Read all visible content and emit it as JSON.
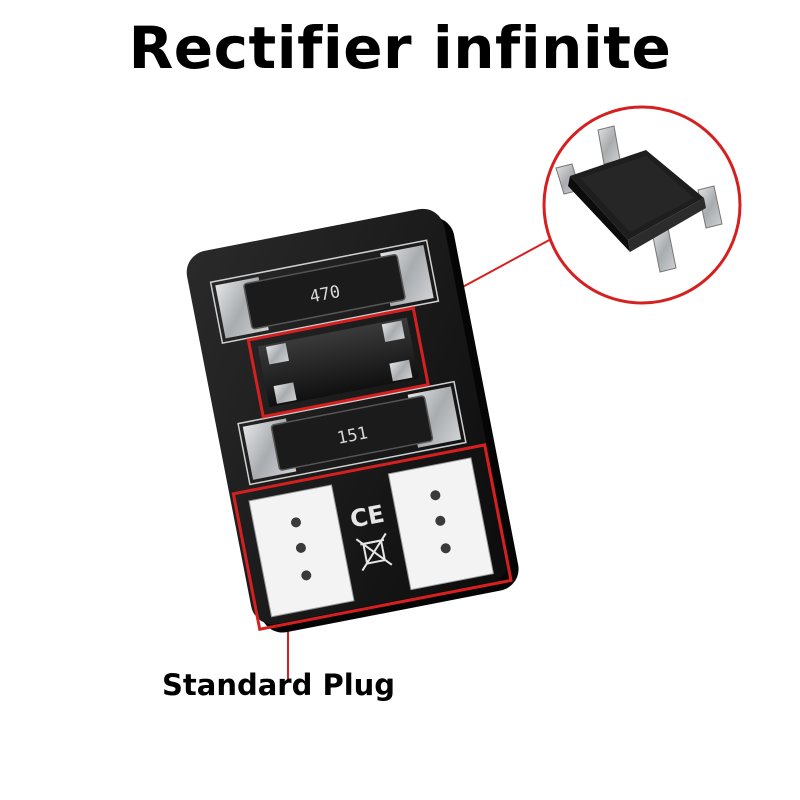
{
  "title": "Rectifier infinite",
  "caption": "Standard Plug",
  "resistors": {
    "top_code": "470",
    "bottom_code": "151"
  },
  "marks": {
    "ce": "CE"
  },
  "colors": {
    "callout_red": "#d62020",
    "pcb_black": "#151515",
    "pad_silver": "#b9bcbf",
    "plug_white": "#f3f3f3"
  },
  "icons": [
    "ce-mark-icon",
    "weee-bin-icon"
  ]
}
